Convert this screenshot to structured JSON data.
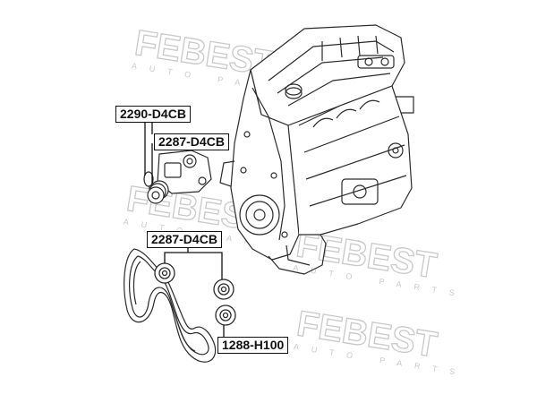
{
  "watermark": {
    "brand": "FEBEST",
    "tagline": "AUTO PARTS"
  },
  "labels": {
    "tensioner_assembly": "2290-D4CB",
    "idler_pulley_upper": "2287-D4CB",
    "idler_pulley_lower": "2287-D4CB",
    "belt_pulley": "1288-H100"
  },
  "colors": {
    "line": "#111111",
    "engine_line": "#2a2a2a",
    "watermark": "#c9c9c9",
    "background": "#ffffff"
  }
}
